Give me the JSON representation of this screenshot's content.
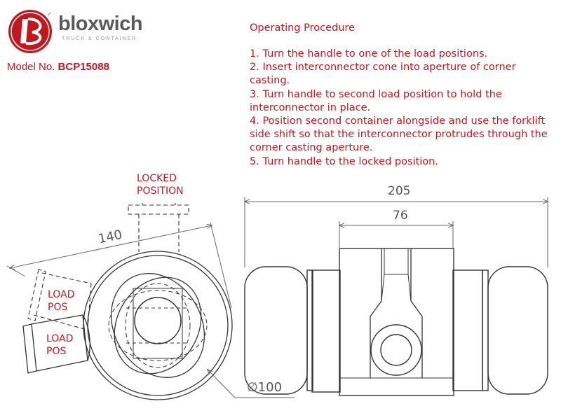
{
  "brand": {
    "name": "bloxwich",
    "tagline": "TRUCK & CONTAINER",
    "logo_color": "#c0181e"
  },
  "model": {
    "label": "Model No.",
    "number": "BCP15088"
  },
  "procedure": {
    "title": "Operating Procedure",
    "steps": [
      "1. Turn the handle to one of the load positions.",
      "2. Insert interconnector cone into aperture of corner casting.",
      "3. Turn handle to second load position to hold the interconnector in place.",
      "4. Position second container alongside and use the forklift side shift so that the interconnector protrudes through the corner casting aperture.",
      "5. Turn handle to the locked position."
    ]
  },
  "labels": {
    "locked_line1": "LOCKED",
    "locked_line2": "POSITION",
    "load1_line1": "LOAD",
    "load1_line2": "POS",
    "load2_line1": "LOAD",
    "load2_line2": "POS"
  },
  "dimensions": {
    "d140": "140",
    "d205": "205",
    "d76": "76",
    "d100": "∅100"
  },
  "colors": {
    "text_red": "#c0181e",
    "line": "#333333",
    "dim_line": "#666666"
  }
}
